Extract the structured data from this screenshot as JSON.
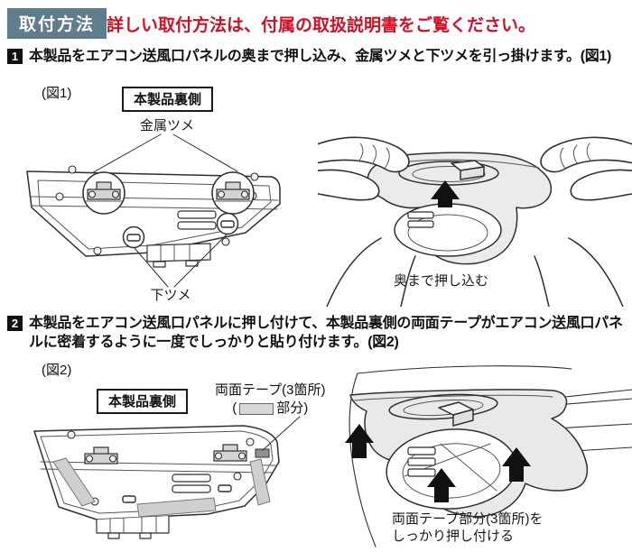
{
  "colors": {
    "badge_bg": "#5f7d8c",
    "note_red": "#cf1126",
    "tape_gray": "#cfcfcf",
    "arrow_black": "#111111"
  },
  "header": {
    "badge": "取付方法",
    "note": "詳しい取付方法は、付属の取扱説明書をご覧ください。"
  },
  "steps": [
    {
      "num": "1",
      "text": "本製品をエアコン送風口パネルの奥まで押し込み、金属ツメと下ツメを引っ掛けます。(図1)"
    },
    {
      "num": "2",
      "text": "本製品をエアコン送風口パネルに押し付けて、本製品裏側の両面テープがエアコン送風口パネルに密着するように一度でしっかりと貼り付けます。(図2)"
    }
  ],
  "fig1": {
    "label": "(図1)",
    "back_label": "本製品裏側",
    "metal_claw": "金属ツメ",
    "lower_claw": "下ツメ",
    "push_caption": "奥まで押し込む"
  },
  "fig2": {
    "label": "(図2)",
    "back_label": "本製品裏側",
    "tape_line1": "両面テープ(3箇所)",
    "tape_line2_pre": "(",
    "tape_line2_post": "部分)",
    "press_line1": "両面テープ部分(3箇所)を",
    "press_line2": "しっかり押し付ける"
  }
}
